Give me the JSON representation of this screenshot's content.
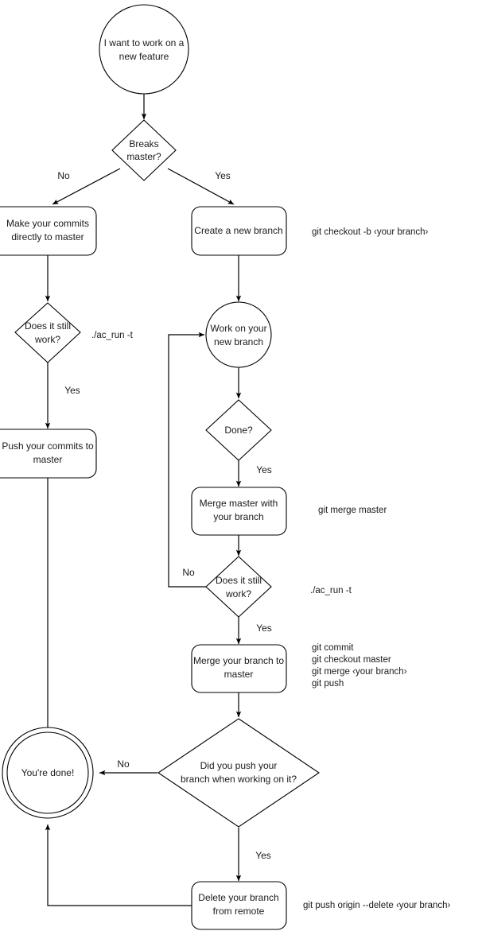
{
  "diagram": {
    "title": "Git feature branch workflow flowchart",
    "background": "#ffffff",
    "stroke": "#000000",
    "text_color": "#1a1a1a"
  },
  "nodes": {
    "start": {
      "label_line1": "I want to work on a",
      "label_line2": "new feature",
      "shape": "circle"
    },
    "breaks_master": {
      "label_line1": "Breaks",
      "label_line2": "master?",
      "shape": "diamond"
    },
    "make_commits": {
      "label_line1": "Make your commits",
      "label_line2": "directly to master",
      "shape": "rounded-rect"
    },
    "create_branch": {
      "label_line1": "Create a new branch",
      "label_line2": "",
      "shape": "rounded-rect"
    },
    "still_work_left": {
      "label_line1": "Does it still",
      "label_line2": "work?",
      "shape": "diamond"
    },
    "work_branch": {
      "label_line1": "Work on your",
      "label_line2": "new branch",
      "shape": "circle"
    },
    "push_commits": {
      "label_line1": "Push your commits to",
      "label_line2": "master",
      "shape": "rounded-rect"
    },
    "done_q": {
      "label_line1": "Done?",
      "label_line2": "",
      "shape": "diamond"
    },
    "merge_master": {
      "label_line1": "Merge master with",
      "label_line2": "your branch",
      "shape": "rounded-rect"
    },
    "still_work_right": {
      "label_line1": "Does it still",
      "label_line2": "work?",
      "shape": "diamond"
    },
    "merge_branch": {
      "label_line1": "Merge your branch to",
      "label_line2": "master",
      "shape": "rounded-rect"
    },
    "did_push": {
      "label_line1": "Did you push your",
      "label_line2": "branch when working on it?",
      "shape": "diamond"
    },
    "youre_done": {
      "label_line1": "You're done!",
      "label_line2": "",
      "shape": "double-circle"
    },
    "delete_branch": {
      "label_line1": "Delete your branch",
      "label_line2": "from remote",
      "shape": "rounded-rect"
    }
  },
  "edge_labels": {
    "breaks_no": "No",
    "breaks_yes": "Yes",
    "left_still_work_yes": "Yes",
    "done_yes": "Yes",
    "right_still_work_no": "No",
    "right_still_work_yes": "Yes",
    "did_push_no": "No",
    "did_push_yes": "Yes"
  },
  "annotations": {
    "create_branch_cmd": "git checkout -b ‹your branch›",
    "left_test_cmd": "./ac_run -t",
    "merge_master_cmd": "git merge master",
    "right_test_cmd": "./ac_run -t",
    "merge_branch_cmd_1": "git commit",
    "merge_branch_cmd_2": "git checkout master",
    "merge_branch_cmd_3": "git merge ‹your branch›",
    "merge_branch_cmd_4": "git push",
    "delete_branch_cmd": "git push origin --delete ‹your branch›"
  }
}
